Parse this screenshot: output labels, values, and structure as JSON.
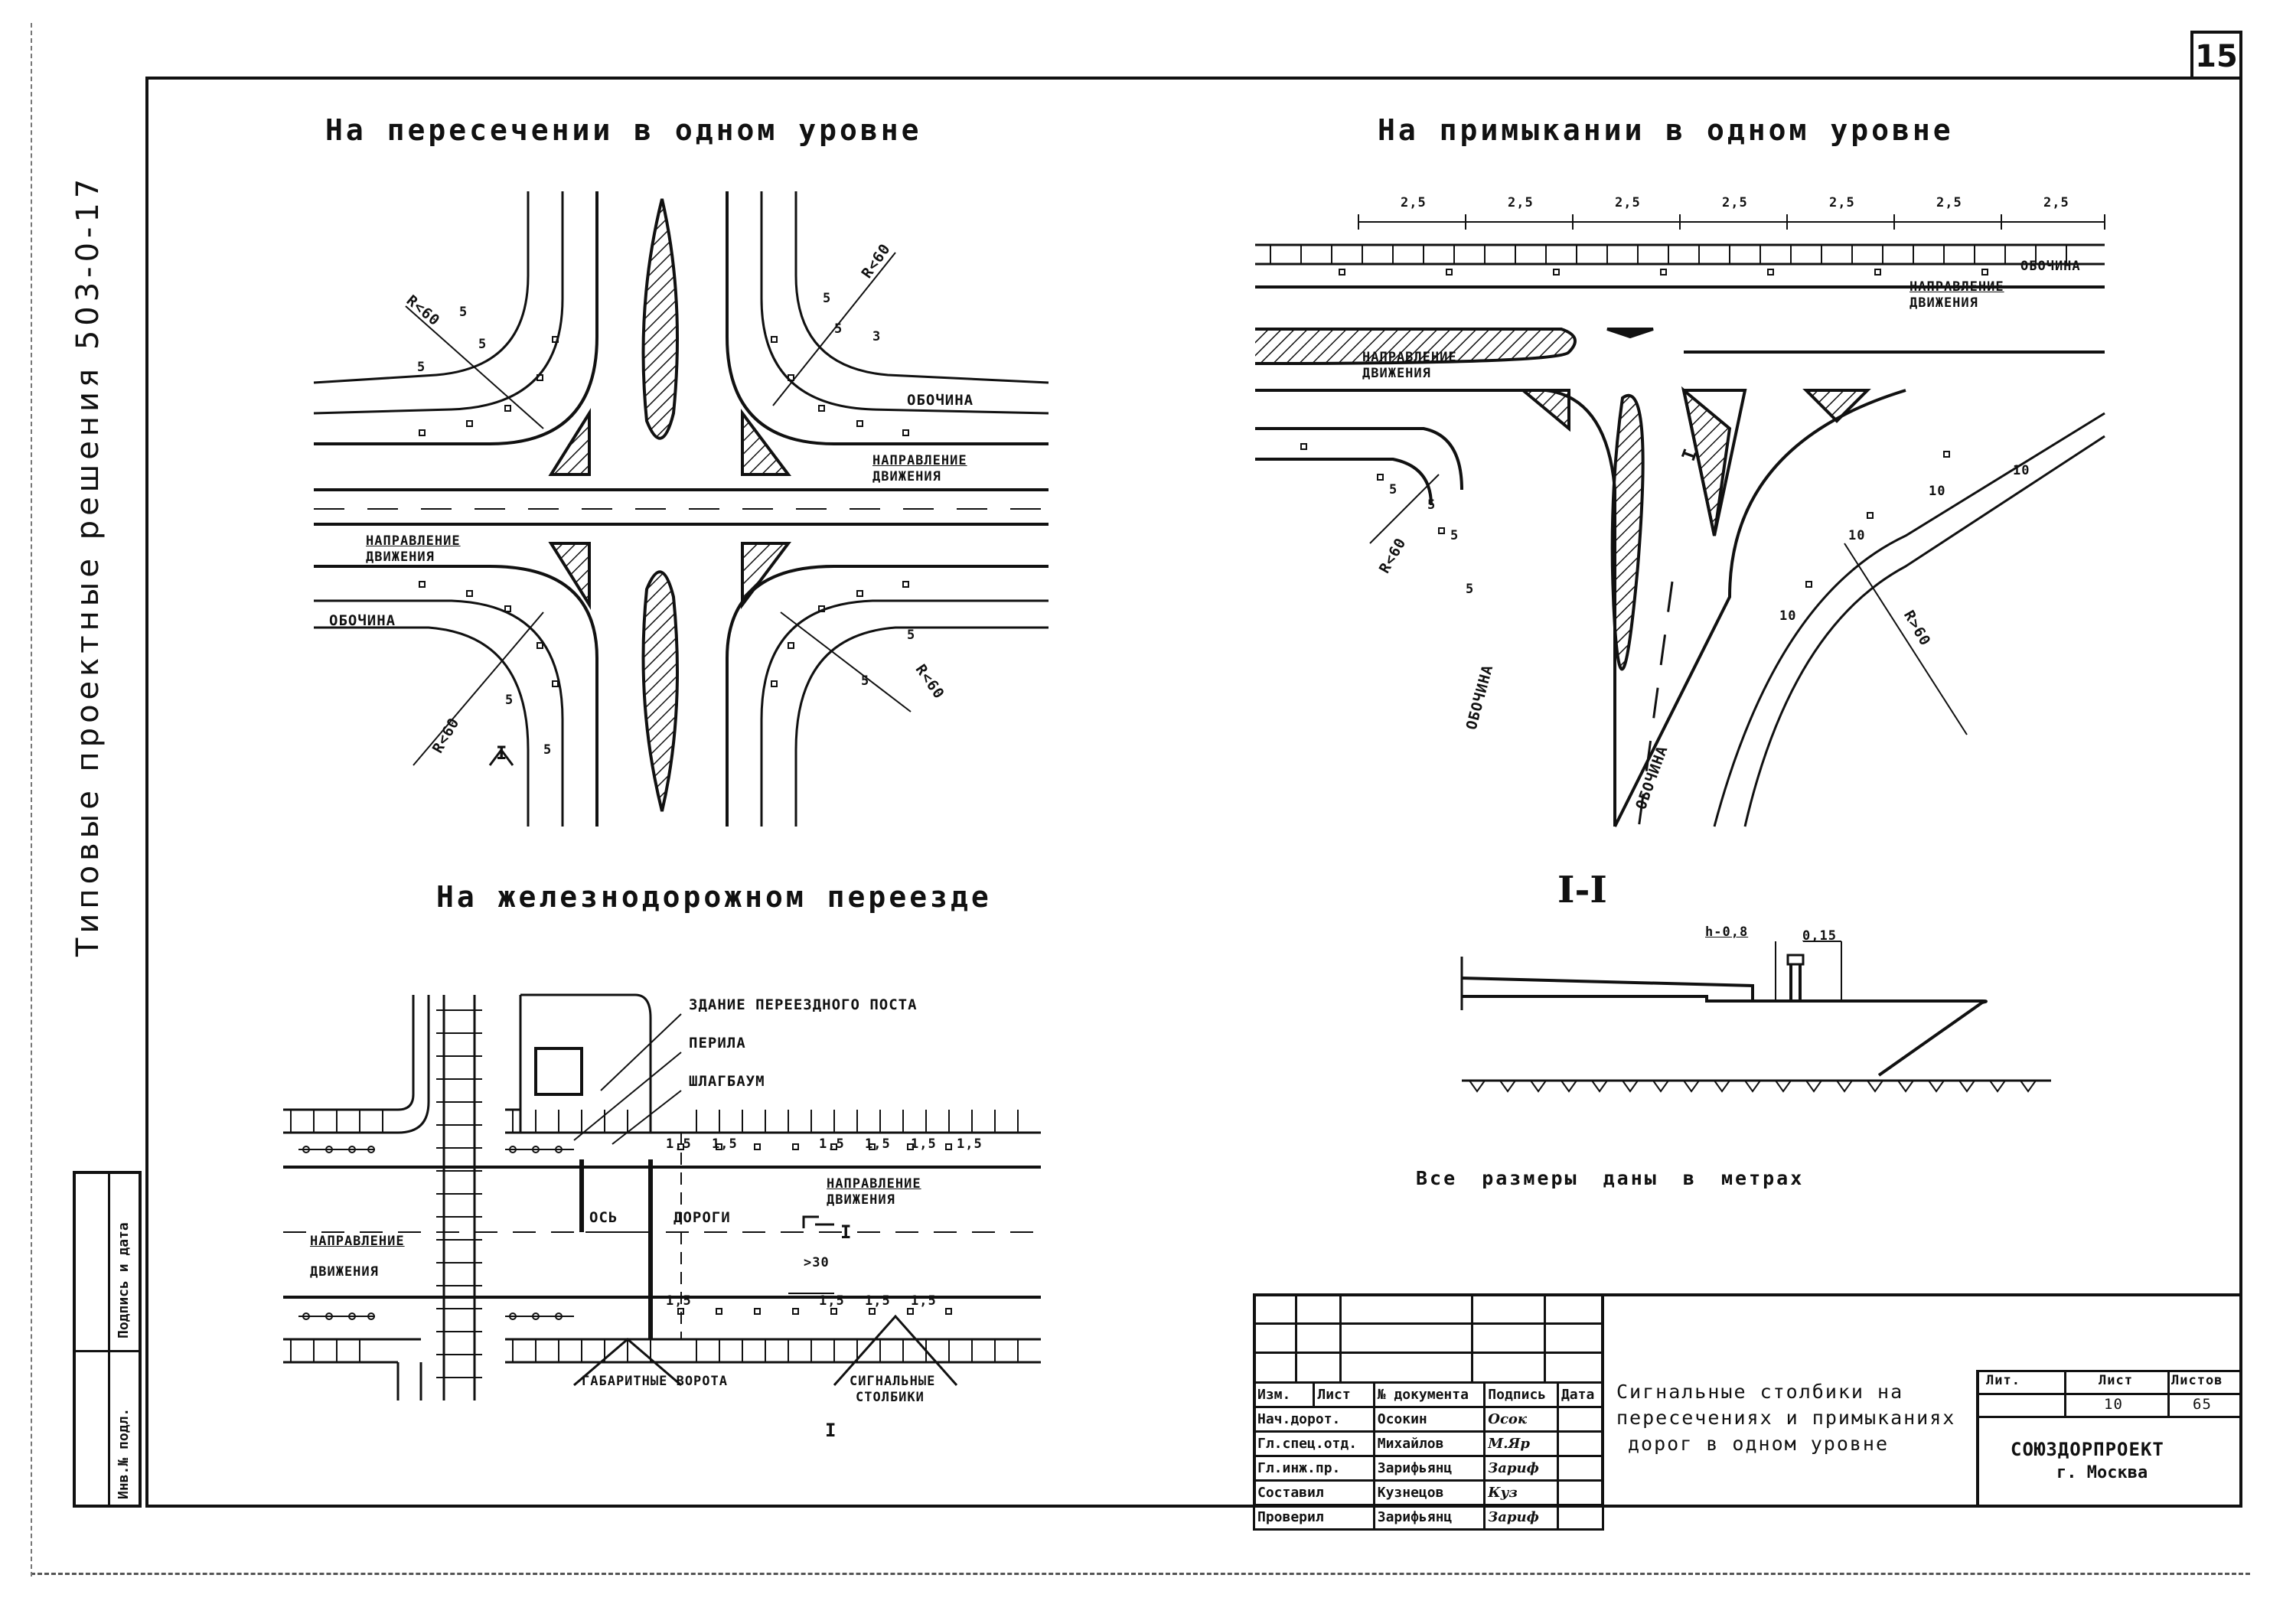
{
  "page_number": "15",
  "side_title": "Типовые  проектные  решения   503-0-17",
  "left_strip": {
    "cell_1": "Подпись и дата",
    "cell_2": "Инв.№ подл."
  },
  "sections": {
    "crossing": {
      "title": "На пересечении в одном уровне",
      "labels": {
        "r1": "R<60",
        "r2": "R<60",
        "r3": "R<60",
        "r4": "R<60",
        "d1": "5",
        "d2": "5",
        "d3": "5",
        "d4": "5",
        "d5": "5",
        "d6": "3",
        "d7": "5",
        "d8": "5",
        "d9": "5",
        "d10": "5",
        "shoulder_1": "ОБОЧИНА",
        "shoulder_2": "ОБОЧИНА",
        "direction_1_a": "НАПРАВЛЕНИЕ",
        "direction_1_b": "ДВИЖЕНИЯ",
        "direction_2_a": "НАПРАВЛЕНИЕ",
        "direction_2_b": "ДВИЖЕНИЯ",
        "section_mark": "I"
      }
    },
    "junction": {
      "title": "На примыкании в одном уровне",
      "labels": {
        "spacings": [
          "2,5",
          "2,5",
          "2,5",
          "2,5",
          "2,5",
          "2,5",
          "2,5"
        ],
        "shoulder_top": "ОБОЧИНА",
        "direction_top_a": "НАПРАВЛЕНИЕ",
        "direction_top_b": "ДВИЖЕНИЯ",
        "direction_left_a": "НАПРАВЛЕНИЕ",
        "direction_left_b": "ДВИЖЕНИЯ",
        "r_left": "R<60",
        "r_right": "R>60",
        "d_left": [
          "5",
          "5",
          "5",
          "5"
        ],
        "d_right": [
          "10",
          "10",
          "10",
          "10"
        ],
        "shoulder_left": "ОБОЧИНА",
        "shoulder_right": "ОБОЧИНА",
        "section_mark": "I"
      }
    },
    "rail": {
      "title": "На железнодорожном переезде",
      "labels": {
        "building": "ЗДАНИЕ ПЕРЕЕЗДНОГО ПОСТА",
        "post": "ПЕРИЛА",
        "barrier": "ШЛАГБАУМ",
        "axis_a": "ОСЬ",
        "axis_b": "ДОРОГИ",
        "spacing": "1,5",
        "direction_right_a": "НАПРАВЛЕНИЕ",
        "direction_right_b": "ДВИЖЕНИЯ",
        "direction_left_a": "НАПРАВЛЕНИЕ",
        "direction_left_b": "ДВИЖЕНИЯ",
        "distance": ">30",
        "gates": "ГАБАРИТНЫЕ ВОРОТА",
        "posts_a": "СИГНАЛЬНЫЕ",
        "posts_b": "СТОЛБИКИ",
        "section_mark": "I"
      }
    },
    "cross_section": {
      "title": "I-I",
      "height_label": "h-0,8",
      "width_label": "0,15",
      "note": "Все размеры даны в метрах"
    }
  },
  "title_block": {
    "headers": [
      "Изм.",
      "Лист",
      "№ документа",
      "Подпись",
      "Дата"
    ],
    "rows": [
      {
        "role": "Нач.дорот.",
        "name": "Осокин",
        "signature": "Осок"
      },
      {
        "role": "Гл.спец.отд.",
        "name": "Михайлов",
        "signature": "М.Яр"
      },
      {
        "role": "Гл.инж.пр.",
        "name": "Зарифьянц",
        "signature": "Зариф"
      },
      {
        "role": "Составил",
        "name": "Кузнецов",
        "signature": "Куз"
      },
      {
        "role": "Проверил",
        "name": "Зарифьянц",
        "signature": "Зариф"
      }
    ],
    "description": [
      "Сигнальные столбики на",
      "пересечениях и примыканиях",
      "дорог в одном уровне"
    ],
    "stage_header": "Лит.",
    "sheet_header": "Лист",
    "sheets_header": "Листов",
    "sheet": "10",
    "sheets": "65",
    "organization": "СОЮЗДОРПРОЕКТ",
    "city": "г. Москва"
  }
}
